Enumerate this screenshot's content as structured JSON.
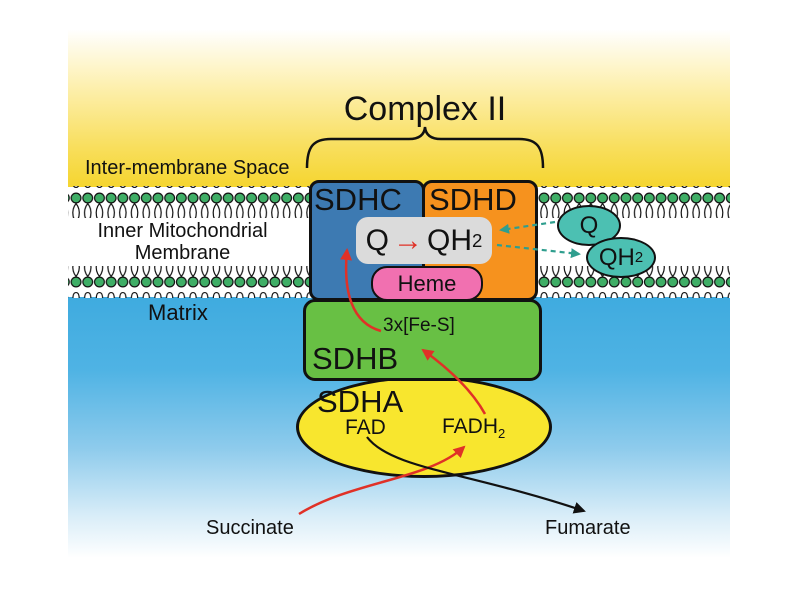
{
  "diagram": {
    "title": "Complex II",
    "regions": {
      "intermembrane_space": "Inter-membrane Space",
      "inner_membrane_line1": "Inner Mitochondrial",
      "inner_membrane_line2": "Membrane",
      "matrix": "Matrix"
    },
    "subunits": {
      "sdhc": "SDHC",
      "sdhd": "SDHD",
      "sdhb": "SDHB",
      "sdha": "SDHA"
    },
    "reaction_box": {
      "substrate": "Q",
      "arrow": "→",
      "product_base": "QH",
      "product_sub": "2"
    },
    "cofactors": {
      "heme": "Heme",
      "iron_sulfur": "3x[Fe-S]",
      "fad": "FAD",
      "fadh2_base": "FADH",
      "fadh2_sub": "2"
    },
    "quinone_pool": {
      "q": "Q",
      "qh2_base": "QH",
      "qh2_sub": "2"
    },
    "metabolites": {
      "substrate": "Succinate",
      "product": "Fumarate"
    },
    "colors": {
      "sdhc_blue": "#3d7ab2",
      "sdhd_orange": "#f6921e",
      "sdhb_green": "#68c044",
      "sdha_yellow": "#f8e62e",
      "heme_pink": "#f170b0",
      "quinone_teal": "#4cc0b2",
      "reaction_box_gray": "#dbdbdb",
      "lipid_head_green": "#3fae66",
      "matrix_blue": "#41ade0",
      "intermembrane_yellow": "#f6d840",
      "electron_arrow_red": "#e03127",
      "quinone_arrow_teal": "#2f9e8e"
    }
  }
}
